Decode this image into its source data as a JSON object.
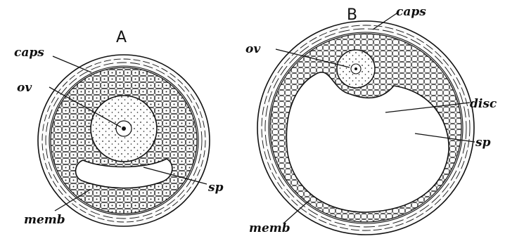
{
  "panels": {
    "a": {
      "letter": "A",
      "labels": {
        "caps": "caps",
        "ov": "ov",
        "sp": "sp",
        "memb": "memb"
      }
    },
    "b": {
      "letter": "B",
      "labels": {
        "caps": "caps",
        "ov": "ov",
        "disc": "disc",
        "sp": "sp",
        "memb": "memb"
      }
    }
  }
}
